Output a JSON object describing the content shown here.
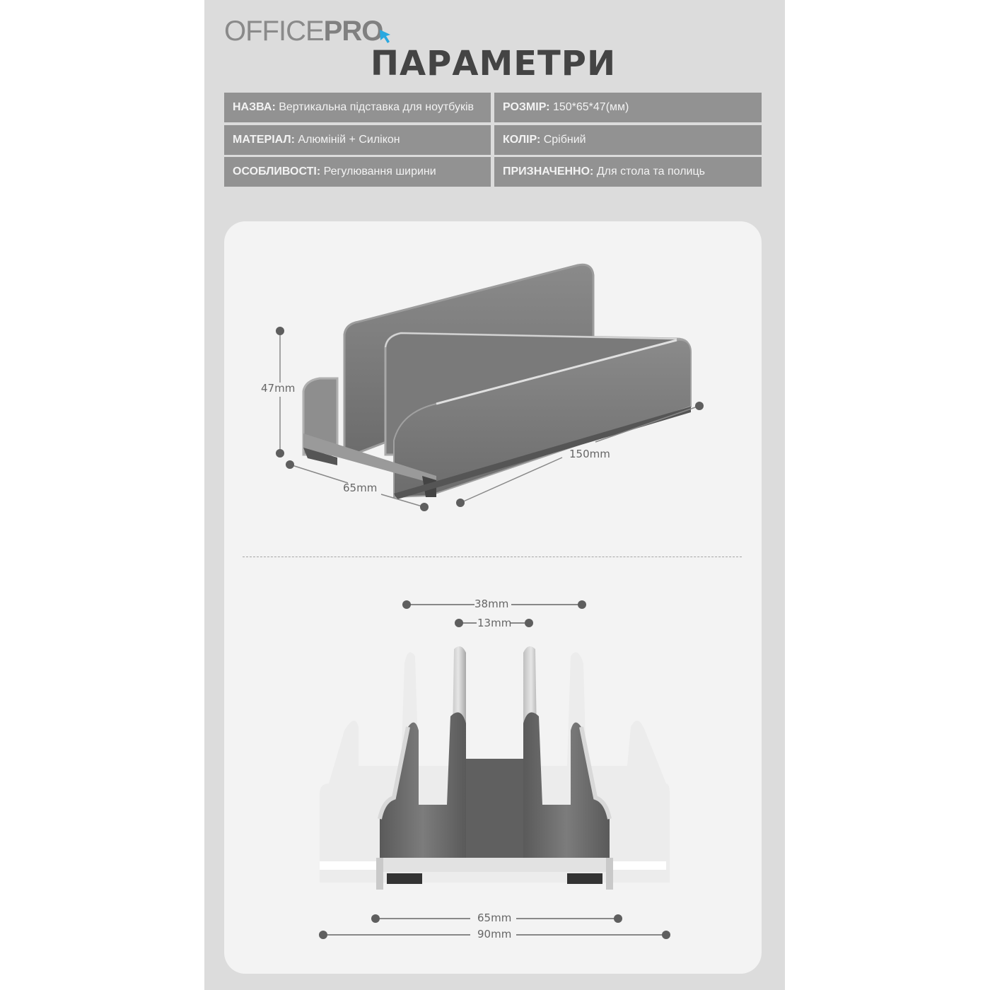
{
  "brand": {
    "light": "OFFICE",
    "bold": "PRO",
    "accent_color": "#29a8e0"
  },
  "page_title": "ПАРАМЕТРИ",
  "specs": [
    {
      "label": "НАЗВА:",
      "value": " Вертикальна підставка для ноутбуків"
    },
    {
      "label": "РОЗМІР:",
      "value": " 150*65*47(мм)"
    },
    {
      "label": "МАТЕРІАЛ:",
      "value": " Алюміній + Силікон"
    },
    {
      "label": "КОЛІР:",
      "value": " Срібний"
    },
    {
      "label": "ОСОБЛИВОСТІ:",
      "value": " Регулювання ширини"
    },
    {
      "label": "ПРИЗНАЧЕННО:",
      "value": " Для стола та полиць"
    }
  ],
  "diagram_top": {
    "height_label": "47mm",
    "depth_label": "65mm",
    "length_label": "150mm"
  },
  "diagram_front": {
    "outer_slot_label": "38mm",
    "inner_slot_label": "13mm",
    "base_inner_label": "65mm",
    "base_outer_label": "90mm"
  },
  "colors": {
    "panel_bg": "#dcdcdc",
    "spec_bg": "#929292",
    "card_bg": "#f3f3f3",
    "metal_dark": "#6a6a6a",
    "metal_light": "#d8d8d8"
  }
}
